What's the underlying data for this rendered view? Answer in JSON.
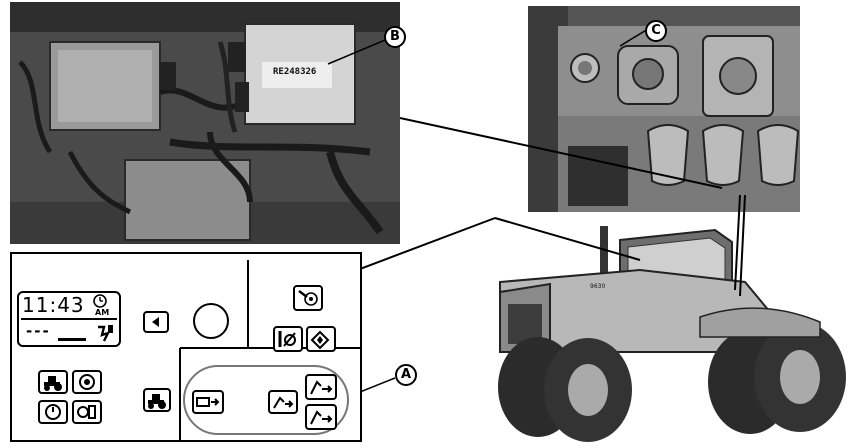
{
  "callouts": {
    "a": "A",
    "b": "B",
    "c": "C"
  },
  "engine_photo": {
    "part_number": "RE248326"
  },
  "display": {
    "time": "11:43",
    "ampm": "AM",
    "dashes": "---"
  },
  "tractor": {
    "badge": "9630"
  },
  "icons": {
    "clock_icon": "clock-icon",
    "hazard_icon": "hazard-icon",
    "left_arrow_icon": "left-arrow-icon",
    "knob": "rotary-knob",
    "diagnostic_icon": "wrench-diagnostic-icon",
    "switch_icon": "switch-icon",
    "fuel_icon": "fuel-icon",
    "tractor_icon": "tractor-icon",
    "gauge_icon": "gauge-icon",
    "timer_icon": "timer-icon",
    "implement_icon": "implement-icon",
    "hitch_icon": "hitch-icon",
    "hydraulic_icon": "hydraulic-icon"
  }
}
